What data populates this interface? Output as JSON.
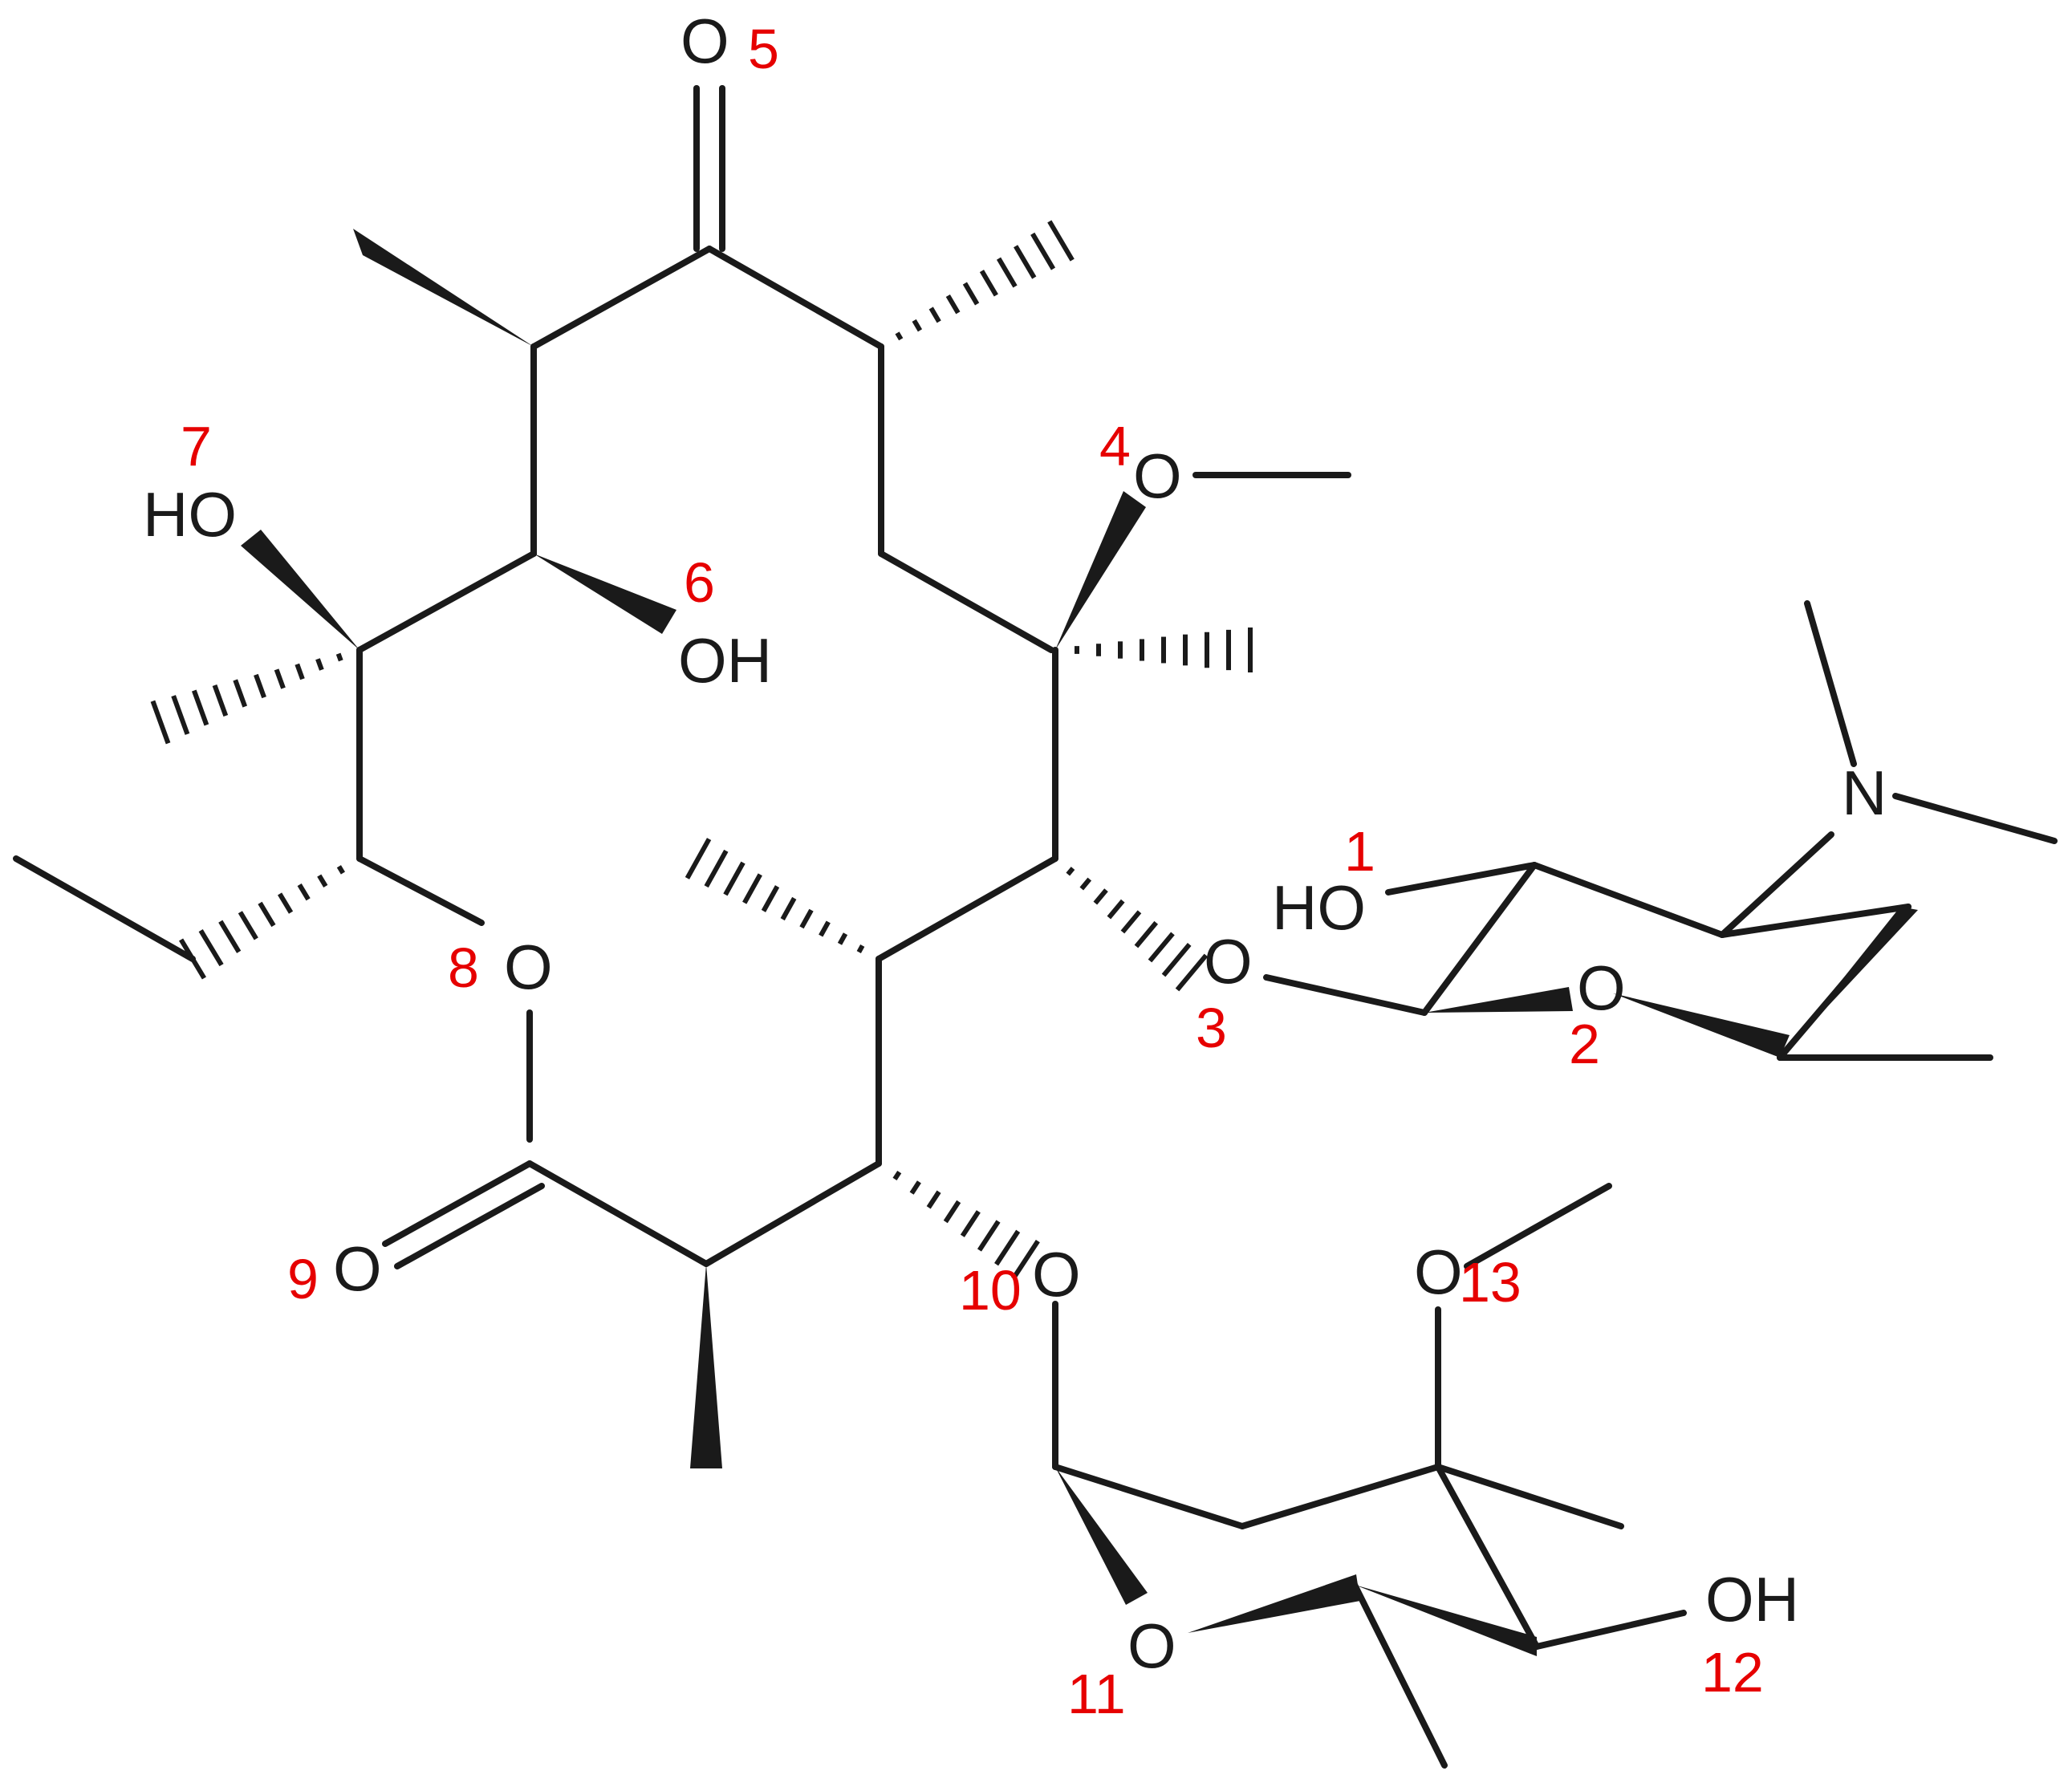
{
  "colors": {
    "bond": "#1a1a1a",
    "label": "#e60000"
  },
  "atom_labels": {
    "o_ketone": "O",
    "oh_7": "HO",
    "oh_6": "OH",
    "o_4": "O",
    "n": "N",
    "ho_1": "HO",
    "o_3": "O",
    "o_2": "O",
    "o_8": "O",
    "o_9": "O",
    "o_10": "O",
    "o_13": "O",
    "oh_12": "OH",
    "o_11": "O"
  },
  "number_labels": [
    "1",
    "2",
    "3",
    "4",
    "5",
    "6",
    "7",
    "8",
    "9",
    "10",
    "11",
    "12",
    "13"
  ]
}
